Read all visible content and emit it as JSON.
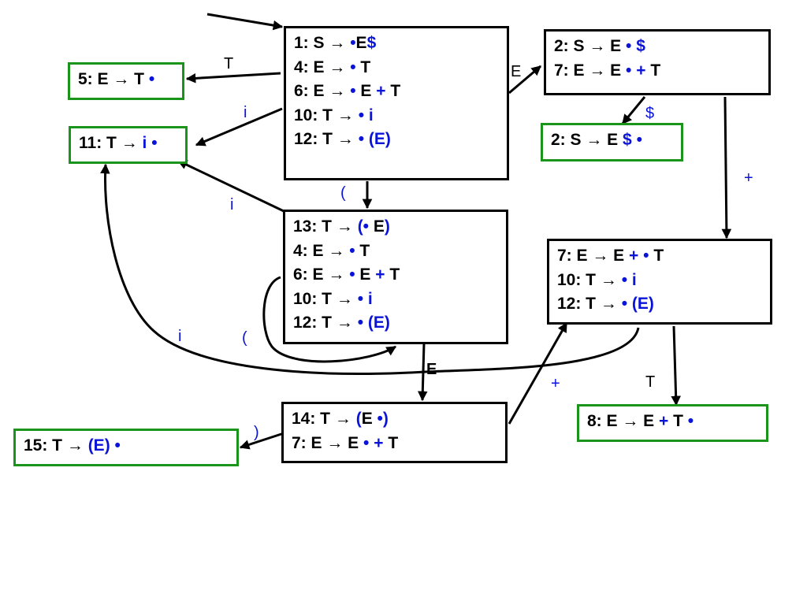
{
  "colors": {
    "line": "#000000",
    "blue": "#0a14d8",
    "accept_border": "#1a941a"
  },
  "states": {
    "s1": {
      "accepting": false,
      "items": [
        [
          {
            "t": "1: S → "
          },
          {
            "t": "•",
            "b": 1
          },
          {
            "t": "E"
          },
          {
            "t": "$",
            "b": 1
          }
        ],
        [
          {
            "t": "4: E → "
          },
          {
            "t": "•",
            "b": 1
          },
          {
            "t": " T"
          }
        ],
        [
          {
            "t": "6: E → "
          },
          {
            "t": "•",
            "b": 1
          },
          {
            "t": " E "
          },
          {
            "t": "+",
            "b": 1
          },
          {
            "t": " T"
          }
        ],
        [
          {
            "t": "10: T →  "
          },
          {
            "t": "•",
            "b": 1
          },
          {
            "t": " "
          },
          {
            "t": "i",
            "b": 1
          }
        ],
        [
          {
            "t": "12: T →  "
          },
          {
            "t": "•",
            "b": 1
          },
          {
            "t": " "
          },
          {
            "t": "(E)",
            "b": 1
          }
        ]
      ]
    },
    "s2": {
      "accepting": false,
      "items": [
        [
          {
            "t": "2: S → E "
          },
          {
            "t": "•",
            "b": 1
          },
          {
            "t": " "
          },
          {
            "t": "$",
            "b": 1
          }
        ],
        [
          {
            "t": "7: E → E "
          },
          {
            "t": "•",
            "b": 1
          },
          {
            "t": " "
          },
          {
            "t": "+",
            "b": 1
          },
          {
            "t": " T"
          }
        ]
      ]
    },
    "s2acc": {
      "accepting": true,
      "items": [
        [
          {
            "t": "2: S → E "
          },
          {
            "t": "$",
            "b": 1
          },
          {
            "t": " "
          },
          {
            "t": "•",
            "b": 1
          }
        ]
      ]
    },
    "s5": {
      "accepting": true,
      "items": [
        [
          {
            "t": "5: E → T "
          },
          {
            "t": "•",
            "b": 1
          }
        ]
      ]
    },
    "s11": {
      "accepting": true,
      "items": [
        [
          {
            "t": "11: T → "
          },
          {
            "t": "i",
            "b": 1
          },
          {
            "t": " "
          },
          {
            "t": "•",
            "b": 1
          }
        ]
      ]
    },
    "s13": {
      "accepting": false,
      "items": [
        [
          {
            "t": "13: T → "
          },
          {
            "t": "(•",
            "b": 1
          },
          {
            "t": " E"
          },
          {
            "t": ")",
            "b": 1
          }
        ],
        [
          {
            "t": "4: E → "
          },
          {
            "t": "•",
            "b": 1
          },
          {
            "t": " T"
          }
        ],
        [
          {
            "t": "6: E → "
          },
          {
            "t": "•",
            "b": 1
          },
          {
            "t": " E "
          },
          {
            "t": "+",
            "b": 1
          },
          {
            "t": " T"
          }
        ],
        [
          {
            "t": "10: T →  "
          },
          {
            "t": "•",
            "b": 1
          },
          {
            "t": " "
          },
          {
            "t": "i",
            "b": 1
          }
        ],
        [
          {
            "t": "12: T →  "
          },
          {
            "t": "•",
            "b": 1
          },
          {
            "t": " "
          },
          {
            "t": "(E)",
            "b": 1
          }
        ]
      ]
    },
    "s7": {
      "accepting": false,
      "items": [
        [
          {
            "t": "7: E → E "
          },
          {
            "t": "+",
            "b": 1
          },
          {
            "t": " "
          },
          {
            "t": "•",
            "b": 1
          },
          {
            "t": " T"
          }
        ],
        [
          {
            "t": "10: T →  "
          },
          {
            "t": "•",
            "b": 1
          },
          {
            "t": " "
          },
          {
            "t": "i",
            "b": 1
          }
        ],
        [
          {
            "t": "12: T →  "
          },
          {
            "t": "•",
            "b": 1
          },
          {
            "t": " "
          },
          {
            "t": "(E)",
            "b": 1
          }
        ]
      ]
    },
    "s14": {
      "accepting": false,
      "items": [
        [
          {
            "t": "14: T → "
          },
          {
            "t": "(",
            "b": 1
          },
          {
            "t": "E "
          },
          {
            "t": "•)",
            "b": 1
          }
        ],
        [
          {
            "t": "7: E → E "
          },
          {
            "t": "•",
            "b": 1
          },
          {
            "t": " "
          },
          {
            "t": "+",
            "b": 1
          },
          {
            "t": " T"
          }
        ]
      ]
    },
    "s15": {
      "accepting": true,
      "items": [
        [
          {
            "t": "15: T → "
          },
          {
            "t": "(E)",
            "b": 1
          },
          {
            "t": " "
          },
          {
            "t": "•",
            "b": 1
          }
        ]
      ]
    },
    "s8": {
      "accepting": true,
      "items": [
        [
          {
            "t": "8: E → E "
          },
          {
            "t": "+",
            "b": 1
          },
          {
            "t": " T "
          },
          {
            "t": "•",
            "b": 1
          }
        ]
      ]
    }
  },
  "edge_labels": {
    "s1_s5": "T",
    "s1_s11": "i",
    "s1_s2": "E",
    "s1_s13": "(",
    "s13_s11": "i",
    "s2_s2acc": "$",
    "s2_s7": "+",
    "s7_s11": "i",
    "s13_self": "(",
    "s13_s14": "E",
    "s14_s7": "+",
    "s7_s8": "T",
    "s14_s15": ")"
  }
}
